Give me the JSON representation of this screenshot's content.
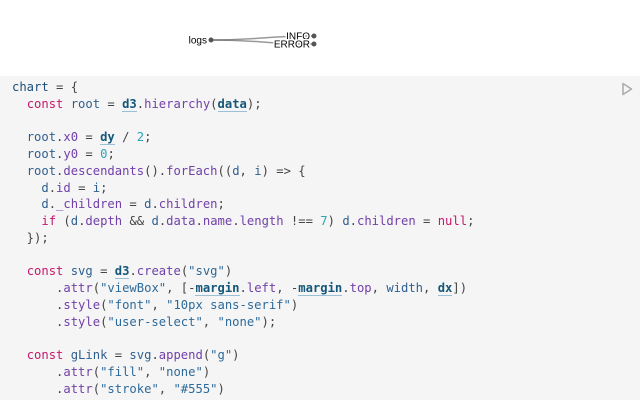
{
  "tree": {
    "root": "logs",
    "children": [
      "INFO",
      "ERROR"
    ],
    "link_color": "#555",
    "node_color": "#555"
  },
  "cell": {
    "run_icon": "play-icon",
    "lines": [
      [
        [
          "df",
          "chart"
        ],
        [
          "pu",
          " = {"
        ]
      ],
      [
        [
          "pu",
          "  "
        ],
        [
          "kw",
          "const"
        ],
        [
          "pu",
          " "
        ],
        [
          "id",
          "root"
        ],
        [
          "pu",
          " = "
        ],
        [
          "rf",
          "d3"
        ],
        [
          "pu",
          "."
        ],
        [
          "pr",
          "hierarchy"
        ],
        [
          "pu",
          "("
        ],
        [
          "rf",
          "data"
        ],
        [
          "pu",
          ");"
        ]
      ],
      [],
      [
        [
          "pu",
          "  "
        ],
        [
          "id",
          "root"
        ],
        [
          "pu",
          "."
        ],
        [
          "pr",
          "x0"
        ],
        [
          "pu",
          " = "
        ],
        [
          "rf",
          "dy"
        ],
        [
          "pu",
          " / "
        ],
        [
          "nu",
          "2"
        ],
        [
          "pu",
          ";"
        ]
      ],
      [
        [
          "pu",
          "  "
        ],
        [
          "id",
          "root"
        ],
        [
          "pu",
          "."
        ],
        [
          "pr",
          "y0"
        ],
        [
          "pu",
          " = "
        ],
        [
          "nu",
          "0"
        ],
        [
          "pu",
          ";"
        ]
      ],
      [
        [
          "pu",
          "  "
        ],
        [
          "id",
          "root"
        ],
        [
          "pu",
          "."
        ],
        [
          "pr",
          "descendants"
        ],
        [
          "pu",
          "()."
        ],
        [
          "pr",
          "forEach"
        ],
        [
          "pu",
          "(("
        ],
        [
          "id",
          "d"
        ],
        [
          "pu",
          ", "
        ],
        [
          "id",
          "i"
        ],
        [
          "pu",
          ") => {"
        ]
      ],
      [
        [
          "pu",
          "    "
        ],
        [
          "id",
          "d"
        ],
        [
          "pu",
          "."
        ],
        [
          "pr",
          "id"
        ],
        [
          "pu",
          " = "
        ],
        [
          "id",
          "i"
        ],
        [
          "pu",
          ";"
        ]
      ],
      [
        [
          "pu",
          "    "
        ],
        [
          "id",
          "d"
        ],
        [
          "pu",
          "."
        ],
        [
          "pr",
          "_children"
        ],
        [
          "pu",
          " = "
        ],
        [
          "id",
          "d"
        ],
        [
          "pu",
          "."
        ],
        [
          "pr",
          "children"
        ],
        [
          "pu",
          ";"
        ]
      ],
      [
        [
          "pu",
          "    "
        ],
        [
          "kw",
          "if"
        ],
        [
          "pu",
          " ("
        ],
        [
          "id",
          "d"
        ],
        [
          "pu",
          "."
        ],
        [
          "pr",
          "depth"
        ],
        [
          "pu",
          " && "
        ],
        [
          "id",
          "d"
        ],
        [
          "pu",
          "."
        ],
        [
          "pr",
          "data"
        ],
        [
          "pu",
          "."
        ],
        [
          "pr",
          "name"
        ],
        [
          "pu",
          "."
        ],
        [
          "pr",
          "length"
        ],
        [
          "pu",
          " !== "
        ],
        [
          "nu",
          "7"
        ],
        [
          "pu",
          ") "
        ],
        [
          "id",
          "d"
        ],
        [
          "pu",
          "."
        ],
        [
          "pr",
          "children"
        ],
        [
          "pu",
          " = "
        ],
        [
          "kw",
          "null"
        ],
        [
          "pu",
          ";"
        ]
      ],
      [
        [
          "pu",
          "  });"
        ]
      ],
      [],
      [
        [
          "pu",
          "  "
        ],
        [
          "kw",
          "const"
        ],
        [
          "pu",
          " "
        ],
        [
          "id",
          "svg"
        ],
        [
          "pu",
          " = "
        ],
        [
          "rf",
          "d3"
        ],
        [
          "pu",
          "."
        ],
        [
          "pr",
          "create"
        ],
        [
          "pu",
          "("
        ],
        [
          "st",
          "\"svg\""
        ],
        [
          "pu",
          ")"
        ]
      ],
      [
        [
          "pu",
          "      ."
        ],
        [
          "pr",
          "attr"
        ],
        [
          "pu",
          "("
        ],
        [
          "st",
          "\"viewBox\""
        ],
        [
          "pu",
          ", [-"
        ],
        [
          "rf",
          "margin"
        ],
        [
          "pu",
          "."
        ],
        [
          "pr",
          "left"
        ],
        [
          "pu",
          ", -"
        ],
        [
          "rf",
          "margin"
        ],
        [
          "pu",
          "."
        ],
        [
          "pr",
          "top"
        ],
        [
          "pu",
          ", "
        ],
        [
          "id",
          "width"
        ],
        [
          "pu",
          ", "
        ],
        [
          "rf",
          "dx"
        ],
        [
          "pu",
          "])"
        ]
      ],
      [
        [
          "pu",
          "      ."
        ],
        [
          "pr",
          "style"
        ],
        [
          "pu",
          "("
        ],
        [
          "st",
          "\"font\""
        ],
        [
          "pu",
          ", "
        ],
        [
          "st",
          "\"10px sans-serif\""
        ],
        [
          "pu",
          ")"
        ]
      ],
      [
        [
          "pu",
          "      ."
        ],
        [
          "pr",
          "style"
        ],
        [
          "pu",
          "("
        ],
        [
          "st",
          "\"user-select\""
        ],
        [
          "pu",
          ", "
        ],
        [
          "st",
          "\"none\""
        ],
        [
          "pu",
          ");"
        ]
      ],
      [],
      [
        [
          "pu",
          "  "
        ],
        [
          "kw",
          "const"
        ],
        [
          "pu",
          " "
        ],
        [
          "id",
          "gLink"
        ],
        [
          "pu",
          " = "
        ],
        [
          "id",
          "svg"
        ],
        [
          "pu",
          "."
        ],
        [
          "pr",
          "append"
        ],
        [
          "pu",
          "("
        ],
        [
          "st",
          "\"g\""
        ],
        [
          "pu",
          ")"
        ]
      ],
      [
        [
          "pu",
          "      ."
        ],
        [
          "pr",
          "attr"
        ],
        [
          "pu",
          "("
        ],
        [
          "st",
          "\"fill\""
        ],
        [
          "pu",
          ", "
        ],
        [
          "st",
          "\"none\""
        ],
        [
          "pu",
          ")"
        ]
      ],
      [
        [
          "pu",
          "      ."
        ],
        [
          "pr",
          "attr"
        ],
        [
          "pu",
          "("
        ],
        [
          "st",
          "\"stroke\""
        ],
        [
          "pu",
          ", "
        ],
        [
          "st",
          "\"#555\""
        ],
        [
          "pu",
          ")"
        ]
      ]
    ]
  }
}
